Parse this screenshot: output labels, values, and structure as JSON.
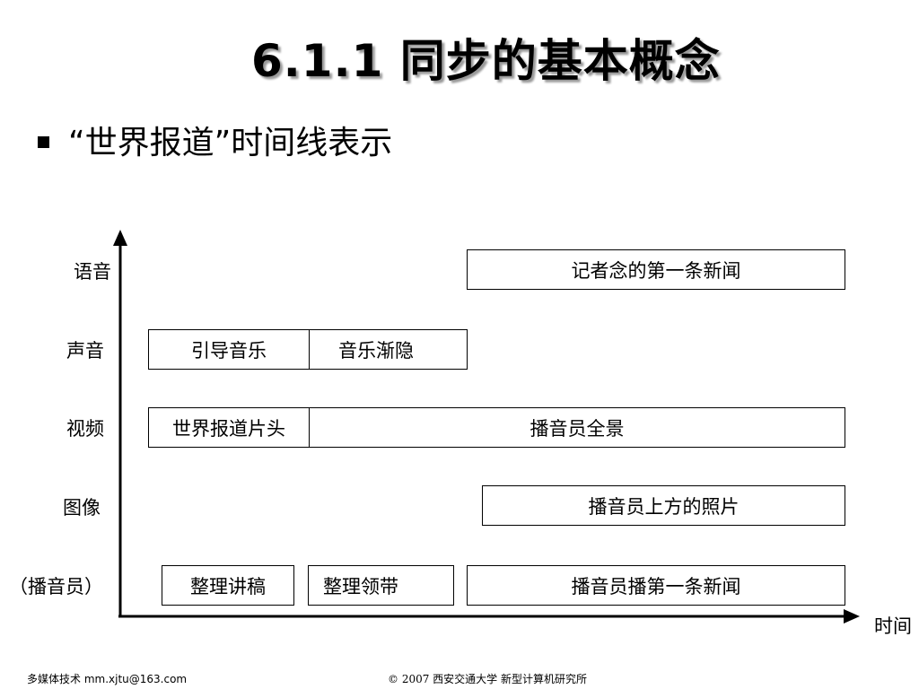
{
  "title": "6.1.1  同步的基本概念",
  "bullet": "“世界报道”时间线表示",
  "diagram": {
    "x_axis_label": "时间",
    "rows": [
      {
        "label": "语音",
        "segments": [
          {
            "text": "记者念的第一条新闻"
          }
        ]
      },
      {
        "label": "声音",
        "segments": [
          {
            "text": "引导音乐"
          },
          {
            "text": "音乐渐隐"
          }
        ]
      },
      {
        "label": "视频",
        "segments": [
          {
            "text": "世界报道片头"
          },
          {
            "text": "播音员全景"
          }
        ]
      },
      {
        "label": "图像",
        "segments": [
          {
            "text": "播音员上方的照片"
          }
        ]
      },
      {
        "label": "（播音员）",
        "segments": [
          {
            "text": "整理讲稿"
          },
          {
            "text": "整理领带"
          },
          {
            "text": "播音员播第一条新闻"
          }
        ]
      }
    ]
  },
  "footer": {
    "left": "多媒体技术  mm.xjtu@163.com",
    "center": "©  2007  西安交通大学 新型计算机研究所"
  }
}
